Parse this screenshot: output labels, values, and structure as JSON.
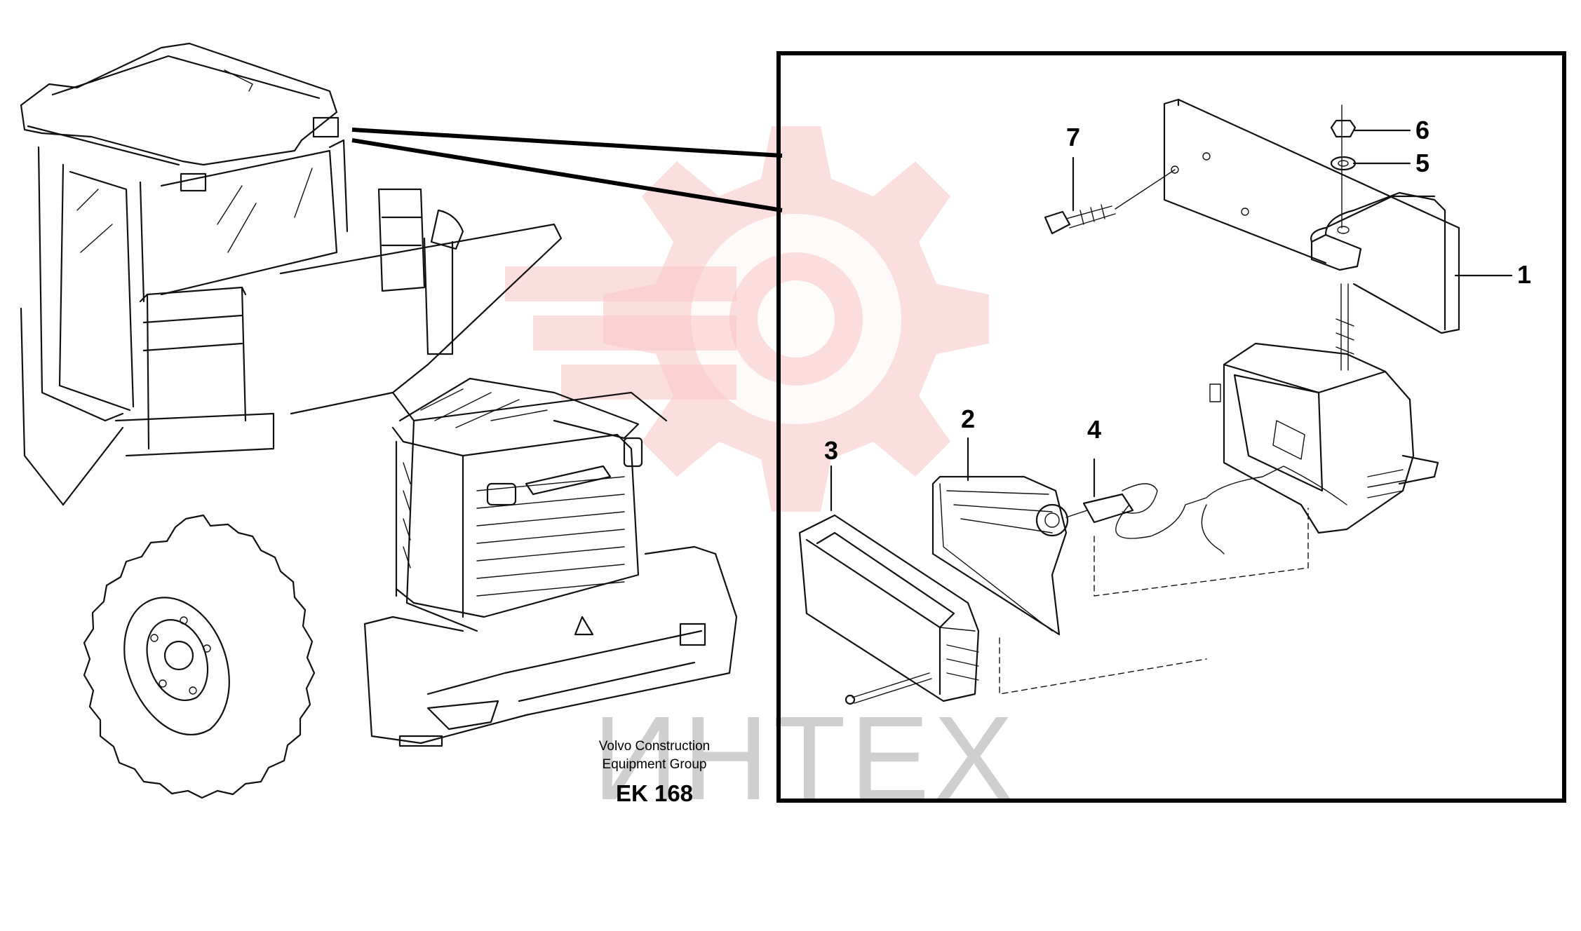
{
  "watermark": {
    "text": "ИНТЕХ",
    "color": "#f7c4c4"
  },
  "caption": {
    "line1": "Volvo Construction",
    "line2": "Equipment Group",
    "code": "EK 168"
  },
  "callouts": [
    {
      "id": "1",
      "label": "1"
    },
    {
      "id": "2",
      "label": "2"
    },
    {
      "id": "3",
      "label": "3"
    },
    {
      "id": "4",
      "label": "4"
    },
    {
      "id": "5",
      "label": "5"
    },
    {
      "id": "6",
      "label": "6"
    },
    {
      "id": "7",
      "label": "7"
    }
  ]
}
